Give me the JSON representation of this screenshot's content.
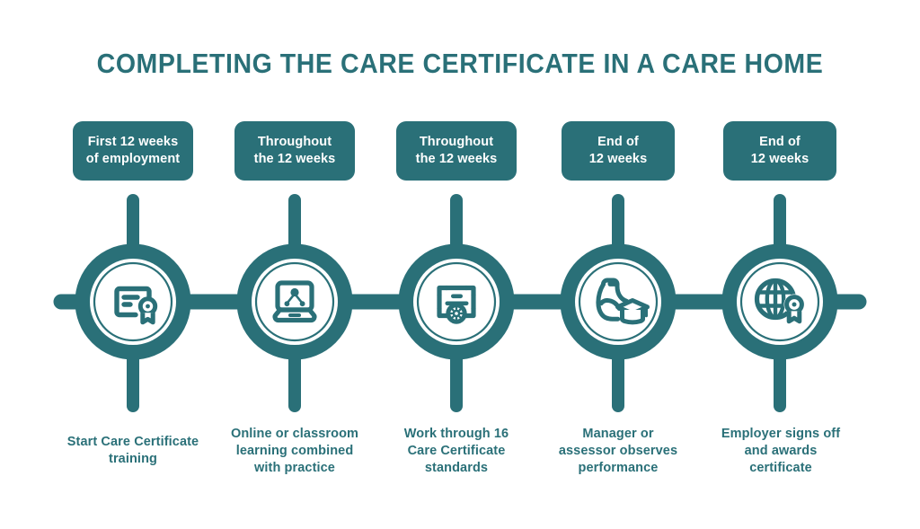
{
  "page": {
    "title": "COMPLETING THE CARE CERTIFICATE IN A CARE HOME",
    "background_color": "#ffffff",
    "accent_color": "#2a7078",
    "text_on_accent_color": "#ffffff"
  },
  "steps": [
    {
      "id": "step-1",
      "badge_line1": "First 12 weeks",
      "badge_line2": "of employment",
      "icon": "certificate-seal-icon",
      "caption_line1": "Start Care Certificate",
      "caption_line2": "training",
      "caption_line3": ""
    },
    {
      "id": "step-2",
      "badge_line1": "Throughout",
      "badge_line2": "the 12 weeks",
      "icon": "laptop-network-icon",
      "caption_line1": "Online or classroom",
      "caption_line2": "learning combined",
      "caption_line3": "with practice"
    },
    {
      "id": "step-3",
      "badge_line1": "Throughout",
      "badge_line2": "the 12 weeks",
      "icon": "standards-document-icon",
      "caption_line1": "Work through 16",
      "caption_line2": "Care Certificate",
      "caption_line3": "standards"
    },
    {
      "id": "step-4",
      "badge_line1": "End of",
      "badge_line2": "12 weeks",
      "icon": "flexed-arm-graduation-cap-icon",
      "caption_line1": "Manager or",
      "caption_line2": "assessor observes",
      "caption_line3": "performance"
    },
    {
      "id": "step-5",
      "badge_line1": "End of",
      "badge_line2": "12 weeks",
      "icon": "globe-award-icon",
      "caption_line1": "Employer signs off",
      "caption_line2": "and awards",
      "caption_line3": "certificate"
    }
  ]
}
